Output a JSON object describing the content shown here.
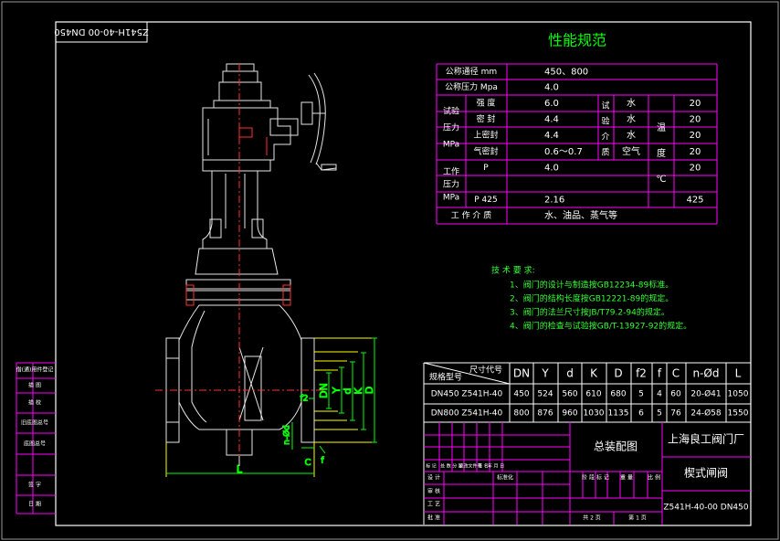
{
  "colors": {
    "bg": "#000000",
    "frame": "#ffffff",
    "table": "#ff00ff",
    "text": "#ffffff",
    "drawing": "#e6e6e6",
    "dim": "#ffff00",
    "green": "#00ff00",
    "notes": "#33ff33",
    "red": "#ff3030",
    "cyan": "#00e0ff"
  },
  "corner_label": "Z541H-40-00 DN450",
  "spec": {
    "title": "性能规范",
    "rows": [
      {
        "label": "公称通径 mm",
        "value": "450、800"
      },
      {
        "label": "公称压力 Mpa",
        "value": "4.0"
      }
    ],
    "test_group": "试验压力MPa",
    "tests": [
      {
        "name": "强 度",
        "value": "6.0",
        "medium": "水",
        "temp": "20"
      },
      {
        "name": "密 封",
        "value": "4.4",
        "medium": "水",
        "temp": "20"
      },
      {
        "name": "上密封",
        "value": "4.4",
        "medium": "水",
        "temp": "20"
      },
      {
        "name": "气密封",
        "value": "0.6～0.7",
        "medium": "空气",
        "temp": "20"
      }
    ],
    "test_medium_label": "试验介质",
    "temp_label": "温度",
    "temp_unit": "℃",
    "work_group": "工作压力MPa",
    "work_rows": [
      {
        "name": "P",
        "value": "4.0",
        "temp": "20"
      },
      {
        "name": "",
        "value": "",
        "temp": ""
      },
      {
        "name": "P 425",
        "value": "2.16",
        "temp": "425"
      }
    ],
    "medium_label": "工 作 介 质",
    "medium_value": "水、油品、蒸气等"
  },
  "notes": {
    "title": "技 术 要 求:",
    "items": [
      "1、阀门的设计与制造按GB12234-89标准。",
      "2、阀门的结构长度按GB12221-89的规定。",
      "3、阀门的法兰尺寸按JB/T79.2-94的规定。",
      "4、阀门的检查与试验按GB/T-13927-92的规定。"
    ]
  },
  "dim_table": {
    "header_top": "尺寸代号",
    "header_bottom": "规格型号",
    "columns": [
      "DN",
      "Y",
      "d",
      "K",
      "D",
      "f2",
      "f",
      "C",
      "n-Ød",
      "L"
    ],
    "rows": [
      {
        "model": "DN450 Z541H-40",
        "values": [
          "450",
          "524",
          "560",
          "610",
          "680",
          "5",
          "4",
          "60",
          "20-Ø41",
          "1050"
        ]
      },
      {
        "model": "DN800 Z541H-40",
        "values": [
          "800",
          "876",
          "960",
          "1030",
          "1135",
          "6",
          "5",
          "76",
          "24-Ø58",
          "1550"
        ]
      }
    ]
  },
  "title_block": {
    "drawing_name": "总装配图",
    "company": "上海良工阀门厂",
    "product": "楔式闸阀",
    "code": "Z541H-40-00 DN450",
    "rev_headers": [
      "标 记",
      "处 数",
      "分 区",
      "更改文件号",
      "签 名",
      "年 月 日"
    ],
    "sign_labels": [
      "设 计",
      "标准化",
      "审 核",
      "工 艺",
      "批 准"
    ],
    "stage_labels": [
      "阶 段 标 记",
      "重 量",
      "比 例"
    ],
    "sheet_total": "共 2 页",
    "sheet_no": "第 1 页"
  },
  "side_labels": [
    "借(通)用件登记",
    "描 图",
    "描 校",
    "旧底图总号",
    "底图总号",
    "签 字",
    "日 期"
  ],
  "dim_labels": {
    "DN": "DN",
    "Y": "Y",
    "d": "d",
    "K": "K",
    "D": "D",
    "L": "L",
    "C": "C",
    "f2": "f2",
    "f": "f",
    "nd": "n-Ød"
  }
}
